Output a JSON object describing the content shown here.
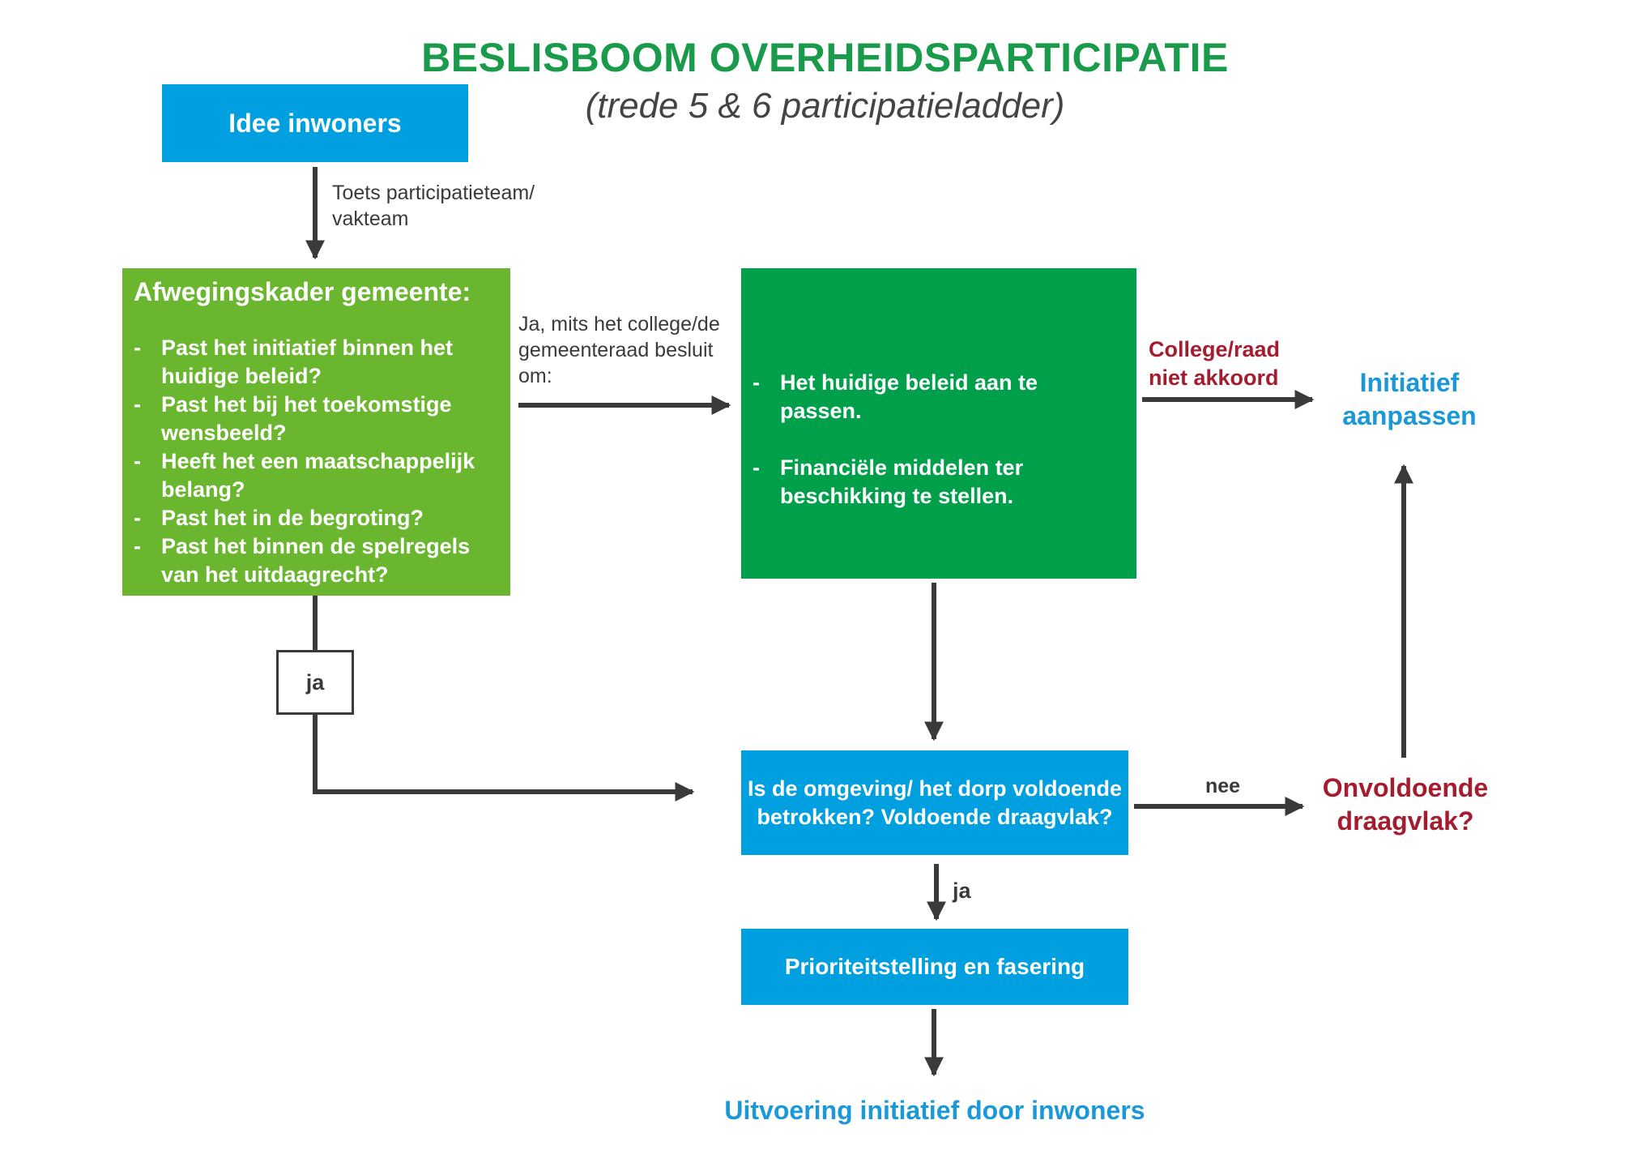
{
  "title": "BESLISBOOM OVERHEIDSPARTICIPATIE",
  "subtitle": "(trede 5 & 6 participatieladder)",
  "idee_box": "Idee inwoners",
  "toets_label": [
    "Toets participatieteam/",
    "vakteam"
  ],
  "afwegingskader": {
    "heading": "Afwegingskader gemeente:",
    "questions": [
      [
        "Past het initiatief binnen het",
        "huidige beleid?"
      ],
      [
        "Past het bij het toekomstige",
        "wensbeeld?"
      ],
      [
        "Heeft het een maatschappelijk",
        "belang?"
      ],
      [
        "Past het in de begroting?"
      ],
      [
        "Past het binnen de spelregels",
        "van het uitdaagrecht?"
      ]
    ]
  },
  "ja_mits_label": [
    "Ja, mits het college/de",
    "gemeenteraad besluit",
    "om:"
  ],
  "besluit_box": [
    [
      "Het huidige beleid aan te passen."
    ],
    [
      "Financiële middelen ter",
      "beschikking te stellen."
    ]
  ],
  "college_label": [
    "College/raad",
    "niet akkoord"
  ],
  "initiatief_aanpassen": [
    "Initiatief",
    "aanpassen"
  ],
  "ja_box": "ja",
  "omgeving_box": [
    "Is de omgeving/ het dorp voldoende",
    "betrokken? Voldoende draagvlak?"
  ],
  "nee_label": "nee",
  "onvoldoende": [
    "Onvoldoende",
    "draagvlak?"
  ],
  "ja_label_2": "ja",
  "prioriteit_box": "Prioriteitstelling en fasering",
  "uitvoering": "Uitvoering initiatief door inwoners",
  "colors": {
    "title_green": "#1a9b4b",
    "light_green": "#6bb62f",
    "dark_green": "#00a04b",
    "blue": "#009fe0",
    "red": "#a61c2f",
    "arrow": "#3a3a3a"
  }
}
